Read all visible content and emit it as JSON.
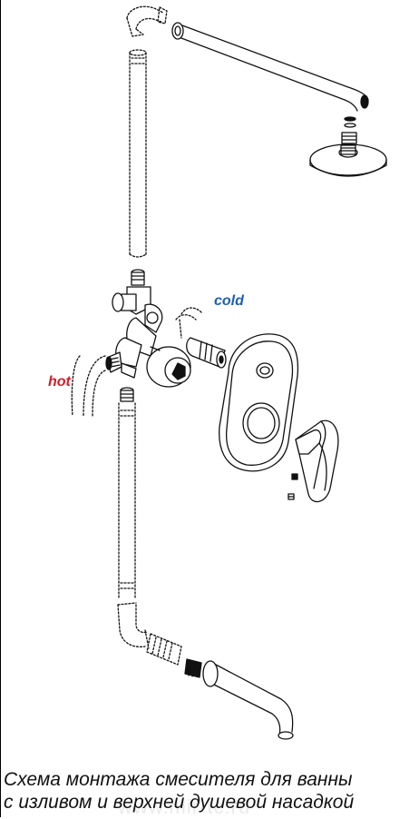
{
  "labels": {
    "cold": "cold",
    "hot": "hot"
  },
  "caption": {
    "line1": "Схема монтажа смесителя для ванны",
    "line2": "с изливом и верхней душевой насадкой"
  },
  "watermark": "www.mir-tc.ru",
  "colors": {
    "cold": "#1f5fb0",
    "hot": "#d41e2a",
    "outline": "#111111"
  },
  "icons": {
    "elbow": "pipe-elbow-icon",
    "pipe": "vertical-pipe-icon",
    "arm": "shower-arm-icon",
    "head": "shower-head-icon",
    "valve": "mixer-valve-body-icon",
    "plate": "escutcheon-plate-icon",
    "handle": "lever-handle-icon",
    "spout": "bath-spout-icon"
  }
}
